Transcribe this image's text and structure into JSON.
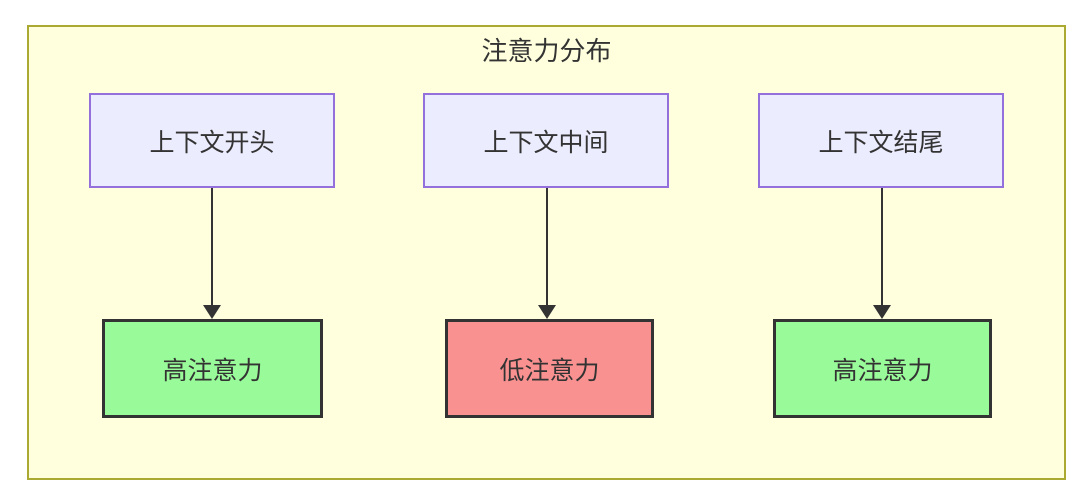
{
  "diagram": {
    "title": "注意力分布",
    "top_nodes": [
      {
        "id": "context-start",
        "label": "上下文开头"
      },
      {
        "id": "context-middle",
        "label": "上下文中间"
      },
      {
        "id": "context-end",
        "label": "上下文结尾"
      }
    ],
    "bottom_nodes": [
      {
        "id": "attention-high-1",
        "label": "高注意力",
        "type": "high"
      },
      {
        "id": "attention-low-1",
        "label": "低注意力",
        "type": "low"
      },
      {
        "id": "attention-high-2",
        "label": "高注意力",
        "type": "high"
      }
    ],
    "edges": [
      {
        "from": "context-start",
        "to": "attention-high-1"
      },
      {
        "from": "context-middle",
        "to": "attention-low-1"
      },
      {
        "from": "context-end",
        "to": "attention-high-2"
      }
    ],
    "colors": {
      "frame-fill": "#ffffde",
      "frame-border": "#aaaa33",
      "top-node-fill": "#ececff",
      "top-node-border": "#9370db",
      "high-fill": "#99fa99",
      "low-fill": "#fa9191",
      "bottom-node-border": "#333333",
      "arrow": "#333333",
      "text": "#333333"
    }
  }
}
